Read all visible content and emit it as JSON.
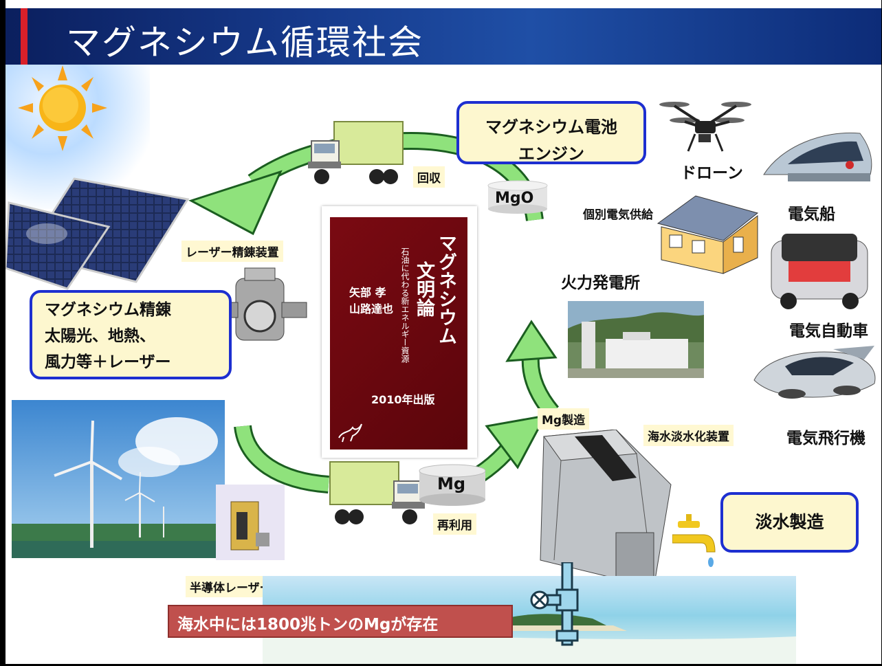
{
  "title": "マグネシウム循環社会",
  "labels": {
    "recovery": "回収",
    "mgo": "MgO",
    "laser_device": "レーザー精錬装置",
    "drone": "ドローン",
    "individual_power": "個別電気供給",
    "electric_ship": "電気船",
    "thermal_plant": "火力発電所",
    "electric_car": "電気自動車",
    "electric_plane": "電気飛行機",
    "mg_production": "Mg製造",
    "desalination_device": "海水淡水化装置",
    "mg": "Mg",
    "reuse": "再利用",
    "semiconductor_laser": "半導体レーザー"
  },
  "boxes": {
    "battery_line1": "マグネシウム電池",
    "battery_line2": "エンジン",
    "refining_line1": "マグネシウム精錬",
    "refining_line2": "太陽光、地熱、",
    "refining_line3": "風力等＋レーザー",
    "freshwater": "淡水製造"
  },
  "book": {
    "title_col1": "マグネシウム",
    "title_col2": "文明論",
    "subtitle": "石油に代わる新エネルギー資源",
    "author1": "矢部 孝",
    "author2": "山路達也",
    "year": "2010年出版"
  },
  "banner": "海水中には1800兆トンのMgが存在",
  "colors": {
    "title_bar": "#163a8c",
    "title_accent": "#d8202a",
    "arrow_green": "#8fe27c",
    "box_border": "#1d2fd0",
    "box_fill": "#fdf7cf",
    "banner_red": "#c0504d",
    "book_red": "#7a0a12"
  },
  "icons": [
    "sun-icon",
    "solar-panel-icon",
    "truck-icon",
    "drone-icon",
    "hovercraft-icon",
    "house-icon",
    "car-icon",
    "flying-car-icon",
    "power-plant-icon",
    "wind-turbine-icon",
    "laser-device-icon",
    "semiconductor-laser-icon",
    "desalination-plant-icon",
    "faucet-icon",
    "pipe-valve-icon",
    "island-icon"
  ]
}
